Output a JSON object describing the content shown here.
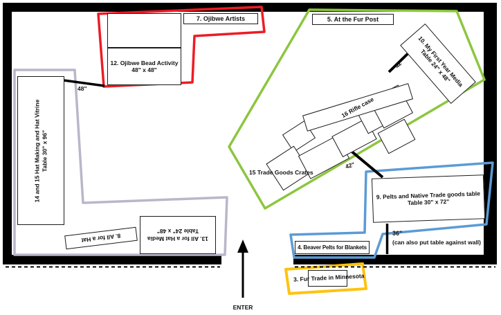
{
  "palette": {
    "wall": "#000000",
    "red_zone": "#ed1c24",
    "green_zone": "#8cc63e",
    "blue_zone": "#5b9bd5",
    "gray_zone": "#bab6ca",
    "yellow_zone": "#ffc20e"
  },
  "exhibits": {
    "ojibwe_artists": {
      "label": "7. Ojibwe Artists"
    },
    "ojibwe_bead": {
      "line1": "12. Ojibwe Bead Activity",
      "line2": "48\" x 48\""
    },
    "fur_post": {
      "label": "5. At the Fur Post"
    },
    "first_year_media": {
      "line1": "10. My First Year Media",
      "line2": "Table 24\" x 48\""
    },
    "rifle_case": {
      "label": "16 Rifle case"
    },
    "trade_crates": {
      "label": "15 Trade Goods Crates"
    },
    "pelts_table": {
      "line1": "9. Pelts and Native Trade goods table",
      "line2": "Table 30\" x 72\""
    },
    "beaver_pelts": {
      "label": "4. Beaver Pelts for Blankets"
    },
    "fur_trade_mn": {
      "label": "3. Fur Trade in Minnesota"
    },
    "hat_vitrine": {
      "line1": "14 and 15 Hat Making and Hat Vitrine",
      "line2": "Table 30\" x 96\""
    },
    "all_for_hat": {
      "label": "8. All for a Hat"
    },
    "hat_media": {
      "line1": "13. All for a Hat Media",
      "line2": "Table 24\" x 48\""
    }
  },
  "measurements": {
    "m48": "48\"",
    "m42_upper": "42\"",
    "m42_lower": "42\"",
    "m36": "36\"",
    "wall_note": "(can also put table against wall)"
  },
  "entrance": {
    "label": "ENTER"
  }
}
